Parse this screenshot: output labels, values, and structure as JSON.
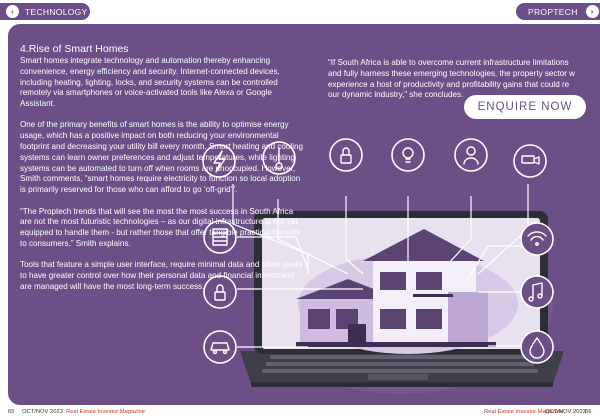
{
  "header": {
    "left_tag": "TECHNOLOGY",
    "right_tag": "PROPTECH"
  },
  "article": {
    "title": "4.Rise of Smart Homes",
    "paragraphs": [
      "Smart homes integrate technology and automation thereby enhancing convenience, energy efficiency and security. Internet-connected devices, including heating, lighting, locks, and security systems can be controlled remotely via smartphones or voice-activated tools like Alexa or Google Assistant.",
      "One of the primary benefits of smart homes is the ability to optimise energy usage, which has a positive impact on both reducing your environmental footprint and decreasing your utility bill every month. Smart heating and cooling systems can learn owner preferences and adjust temperatures, while lighting systems can be automated to turn off when rooms are unoccupied. However, Smith comments, “smart homes require electricity to function so local adoption is primarily reserved for those who can afford to go ‘off-grid’”.",
      "“The Proptech trends that will see the most the most success in South Africa are not the most futuristic technologies – as our  digital infrastructure is not yet equipped to handle them - but rather those that offer tangible practical benefits to consumers,” Smith explains.",
      "Tools that feature a simple user interface, require minimal data and allow users to have greater control over how their personal data and financial investment are managed will have the most long-term success."
    ],
    "quote": "“If South Africa is able to overcome current infrastructure limitations\nand fully harness these emerging technologies, the property sector w\nexperience a host of productivity and profitability gains that could re\nour dynamic industry,” she concludes."
  },
  "cta": {
    "label": "ENQUIRE NOW"
  },
  "icons": [
    "lightning-icon",
    "thermometer-icon",
    "lock-icon",
    "lightbulb-icon",
    "user-icon",
    "security-camera-icon",
    "wifi-icon",
    "blinds-icon",
    "padlock-icon",
    "music-icon",
    "car-icon",
    "water-drop-icon"
  ],
  "colors": {
    "brand_purple": "#6b4f86",
    "accent_red": "#c0392b"
  },
  "footer": {
    "left_page": "65",
    "left_date": "OCT/NOV 2023",
    "left_mag": "Real Estate Investor Magazine",
    "right_mag": "Real Estate Investor Magazine",
    "right_date": "OCT/NOV 2023",
    "right_page": "66"
  }
}
